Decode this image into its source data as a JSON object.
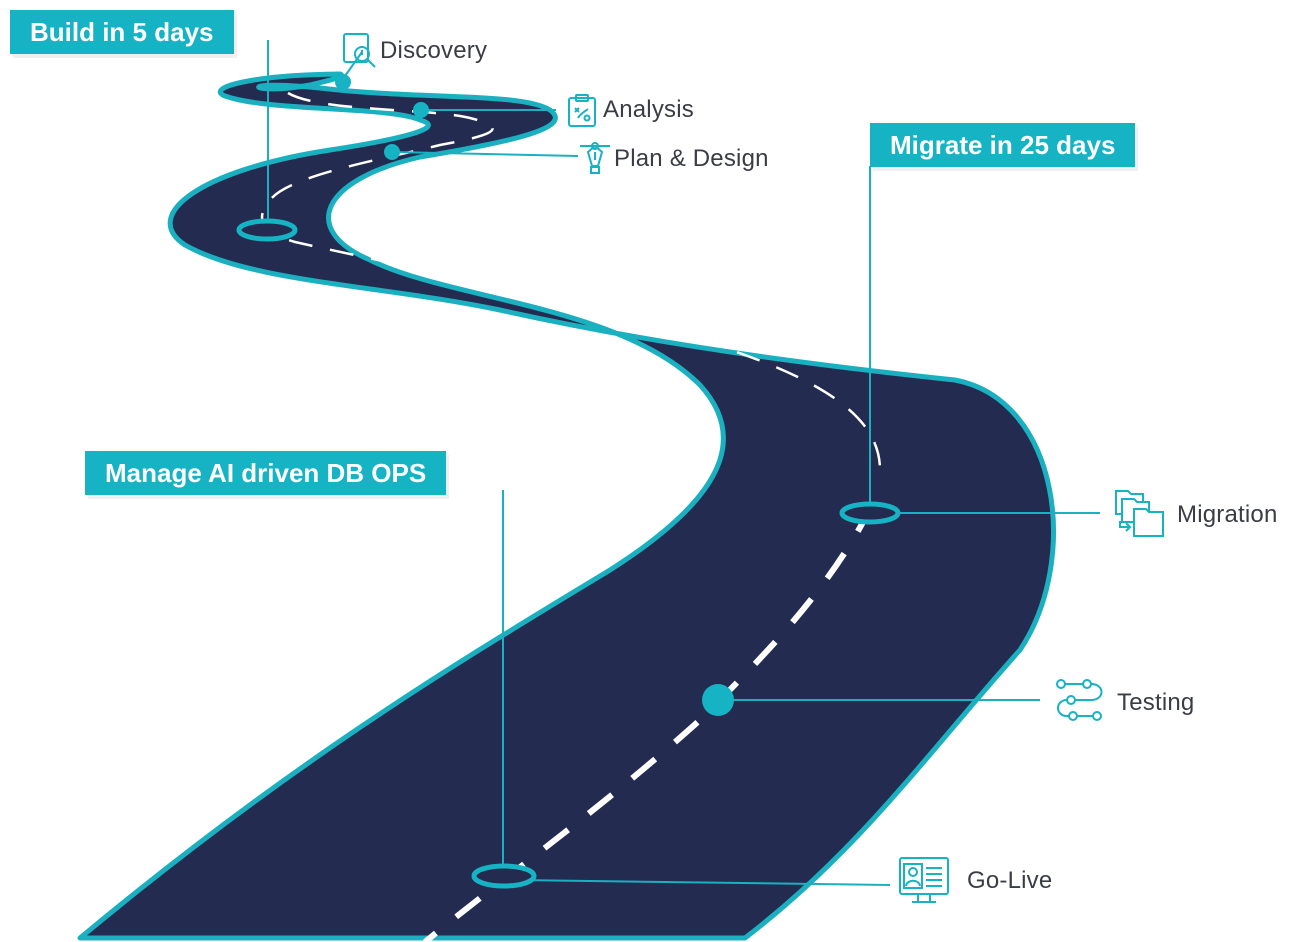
{
  "colors": {
    "road": "#232b50",
    "border": "#1ab0c0",
    "accent": "#15b3c3",
    "dash": "#ffffff",
    "label_text": "#3a3d44"
  },
  "phases": {
    "build": "Build in 5 days",
    "migrate": "Migrate in 25 days",
    "manage": "Manage AI driven DB OPS"
  },
  "stages": [
    {
      "label": "Discovery",
      "icon": "discovery-search-icon"
    },
    {
      "label": "Analysis",
      "icon": "clipboard-strategy-icon"
    },
    {
      "label": "Plan & Design",
      "icon": "pen-design-icon"
    },
    {
      "label": "Migration",
      "icon": "folders-transfer-icon"
    },
    {
      "label": "Testing",
      "icon": "test-flow-icon"
    },
    {
      "label": "Go-Live",
      "icon": "monitor-user-icon"
    }
  ]
}
